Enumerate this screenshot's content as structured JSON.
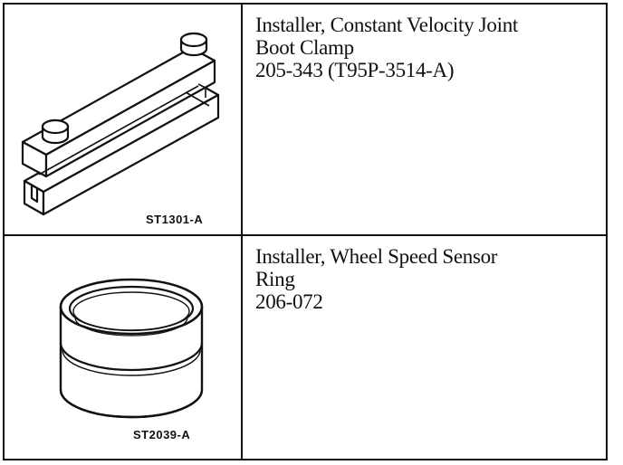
{
  "tools": [
    {
      "name_lines": [
        "Installer, Constant Velocity Joint",
        "Boot Clamp"
      ],
      "part_number": "205-343 (T95P-3514-A)",
      "figure_id": "ST1301-A",
      "illustration": "clamp-installer-bars"
    },
    {
      "name_lines": [
        "Installer, Wheel Speed Sensor",
        "Ring"
      ],
      "part_number": "206-072",
      "figure_id": "ST2039-A",
      "illustration": "sensor-ring-installer-cylinder"
    }
  ]
}
